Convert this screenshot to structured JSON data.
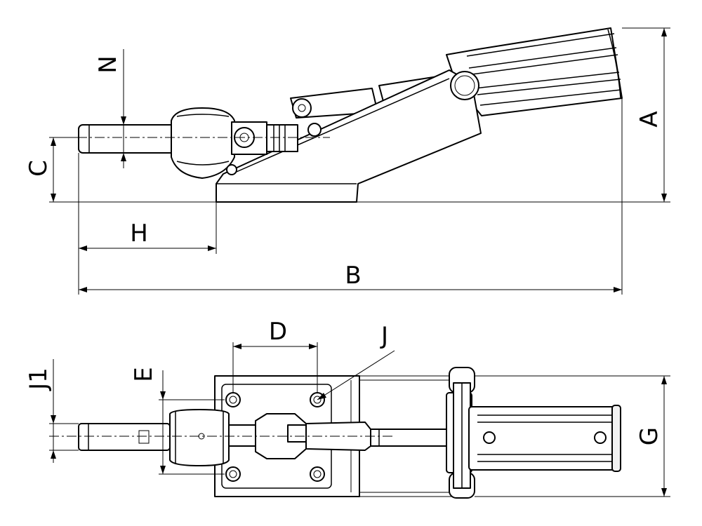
{
  "dimensions": {
    "A": "A",
    "B": "B",
    "C": "C",
    "D": "D",
    "E": "E",
    "G": "G",
    "H": "H",
    "J": "J",
    "J1": "J1",
    "N": "N"
  }
}
